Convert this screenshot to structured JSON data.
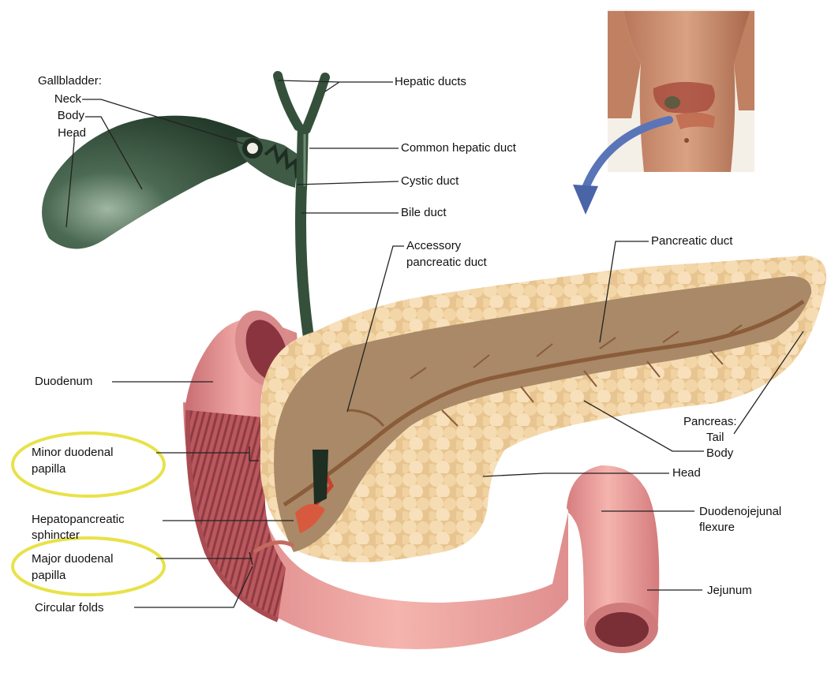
{
  "labels": {
    "gallbladder_heading": "Gallbladder:",
    "gallbladder_neck": "Neck",
    "gallbladder_body": "Body",
    "gallbladder_head": "Head",
    "hepatic_ducts": "Hepatic ducts",
    "common_hepatic_duct": "Common hepatic duct",
    "cystic_duct": "Cystic duct",
    "bile_duct": "Bile duct",
    "accessory_pancreatic_duct_line1": "Accessory",
    "accessory_pancreatic_duct_line2": "pancreatic duct",
    "pancreatic_duct": "Pancreatic duct",
    "duodenum": "Duodenum",
    "pancreas_heading": "Pancreas:",
    "pancreas_tail": "Tail",
    "pancreas_body": "Body",
    "pancreas_head": "Head",
    "minor_duodenal_papilla_line1": "Minor duodenal",
    "minor_duodenal_papilla_line2": "papilla",
    "hepatopancreatic_sphincter_line1": "Hepatopancreatic",
    "hepatopancreatic_sphincter_line2": "sphincter",
    "major_duodenal_papilla_line1": "Major duodenal",
    "major_duodenal_papilla_line2": "papilla",
    "circular_folds": "Circular folds",
    "duodenojejunal_flexure_line1": "Duodenojejunal",
    "duodenojejunal_flexure_line2": "flexure",
    "jejunum": "Jejunum"
  },
  "colors": {
    "gallbladder": "#3f5a45",
    "bile_duct": "#34503b",
    "duodenum": "#e89a96",
    "duodenum_interior": "#b85a5e",
    "pancreas_lobules": "#f0d3a6",
    "pancreas_cut_surface": "#a98967",
    "pancreatic_duct": "#8a5c3a",
    "highlight_ring": "#e8e24a",
    "orientation_arrow": "#5a74b8",
    "skin": "#c98a68",
    "leader_line": "#222222"
  }
}
